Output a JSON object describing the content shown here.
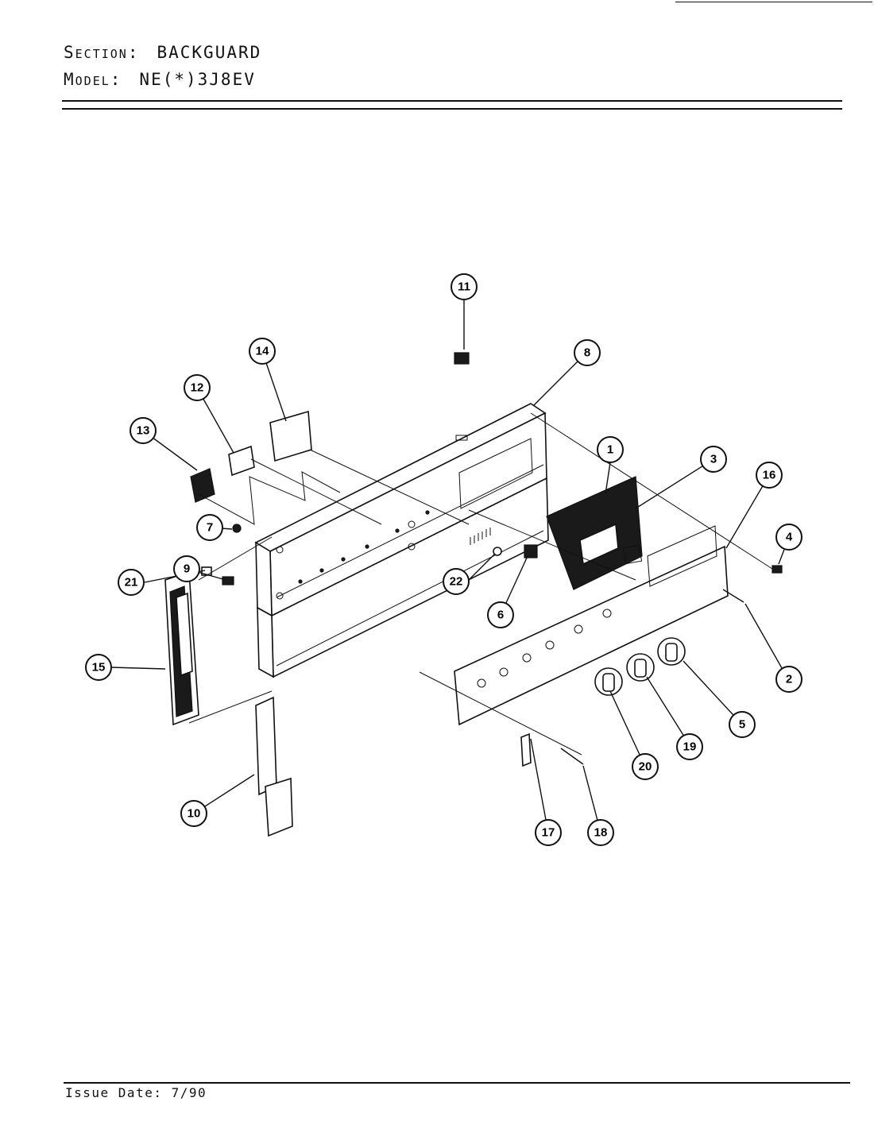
{
  "header": {
    "section_label": "Section:",
    "section_value": "BACKGUARD",
    "model_label": "Model:",
    "model_value": "NE(*)3J8EV"
  },
  "footer": {
    "issue_date": "Issue Date: 7/90"
  },
  "callouts": [
    {
      "id": "c1",
      "label": "1"
    },
    {
      "id": "c2",
      "label": "2"
    },
    {
      "id": "c3",
      "label": "3"
    },
    {
      "id": "c4",
      "label": "4"
    },
    {
      "id": "c5",
      "label": "5"
    },
    {
      "id": "c6",
      "label": "6"
    },
    {
      "id": "c7",
      "label": "7"
    },
    {
      "id": "c8",
      "label": "8"
    },
    {
      "id": "c9",
      "label": "9"
    },
    {
      "id": "c10",
      "label": "10"
    },
    {
      "id": "c11",
      "label": "11"
    },
    {
      "id": "c12",
      "label": "12"
    },
    {
      "id": "c13",
      "label": "13"
    },
    {
      "id": "c14",
      "label": "14"
    },
    {
      "id": "c15",
      "label": "15"
    },
    {
      "id": "c16",
      "label": "16"
    },
    {
      "id": "c17",
      "label": "17"
    },
    {
      "id": "c18",
      "label": "18"
    },
    {
      "id": "c19",
      "label": "19"
    },
    {
      "id": "c20",
      "label": "20"
    },
    {
      "id": "c21",
      "label": "21"
    },
    {
      "id": "c22",
      "label": "22"
    }
  ]
}
